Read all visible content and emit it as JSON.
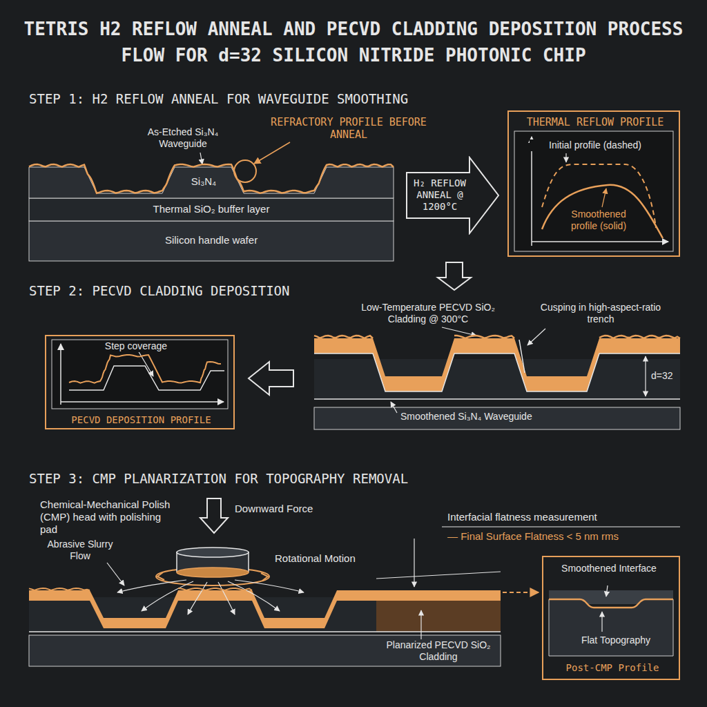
{
  "diagram": {
    "title": "TETRIS H2 REFLOW ANNEAL AND PECVD CLADDING DEPOSITION PROCESS FLOW FOR d=32 SILICON NITRIDE PHOTONIC CHIP",
    "nodes": [
      {
        "text": [
          "Thermal SiO₂ buffer layer"
        ]
      },
      {
        "text": [
          "Silicon handle wafer"
        ]
      },
      {
        "text": [
          "H₂ REFLOW ANNEAL @ 1200°C"
        ]
      },
      {
        "text": [
          "THERMAL REFLOW PROFILE",
          "Initial profile (dashed)",
          "Smoothened profile (solid)"
        ]
      },
      {
        "text": [
          "Step coverage",
          "PECVD DEPOSITION PROFILE"
        ]
      },
      {
        "text": [
          "Smoothened Interface",
          "Flat Topography",
          "Post-CMP Profile"
        ]
      }
    ],
    "labels": [
      "STEP 1: H2 REFLOW ANNEAL FOR WAVEGUIDE SMOOTHING",
      "As-Etched Si₃N₄ Waveguide",
      "REFRACTORY PROFILE BEFORE ANNEAL",
      "Si₃N₄",
      "STEP 2: PECVD CLADDING DEPOSITION",
      "Low-Temperature PECVD SiO₂ Cladding @ 300°C",
      "Cusping in high-aspect-ratio trench",
      "d=32",
      "Smoothened Si₃N₄ Waveguide",
      "STEP 3: CMP PLANARIZATION FOR TOPOGRAPHY REMOVAL",
      "Chemical-Mechanical Polish (CMP) head with polishing pad",
      "Downward Force",
      "Abrasive Slurry Flow",
      "Rotational Motion",
      "Interfacial flatness measurement",
      "— Final Surface Flatness < 5 nm rms",
      "Planarized PECVD SiO₂ Cladding"
    ]
  }
}
